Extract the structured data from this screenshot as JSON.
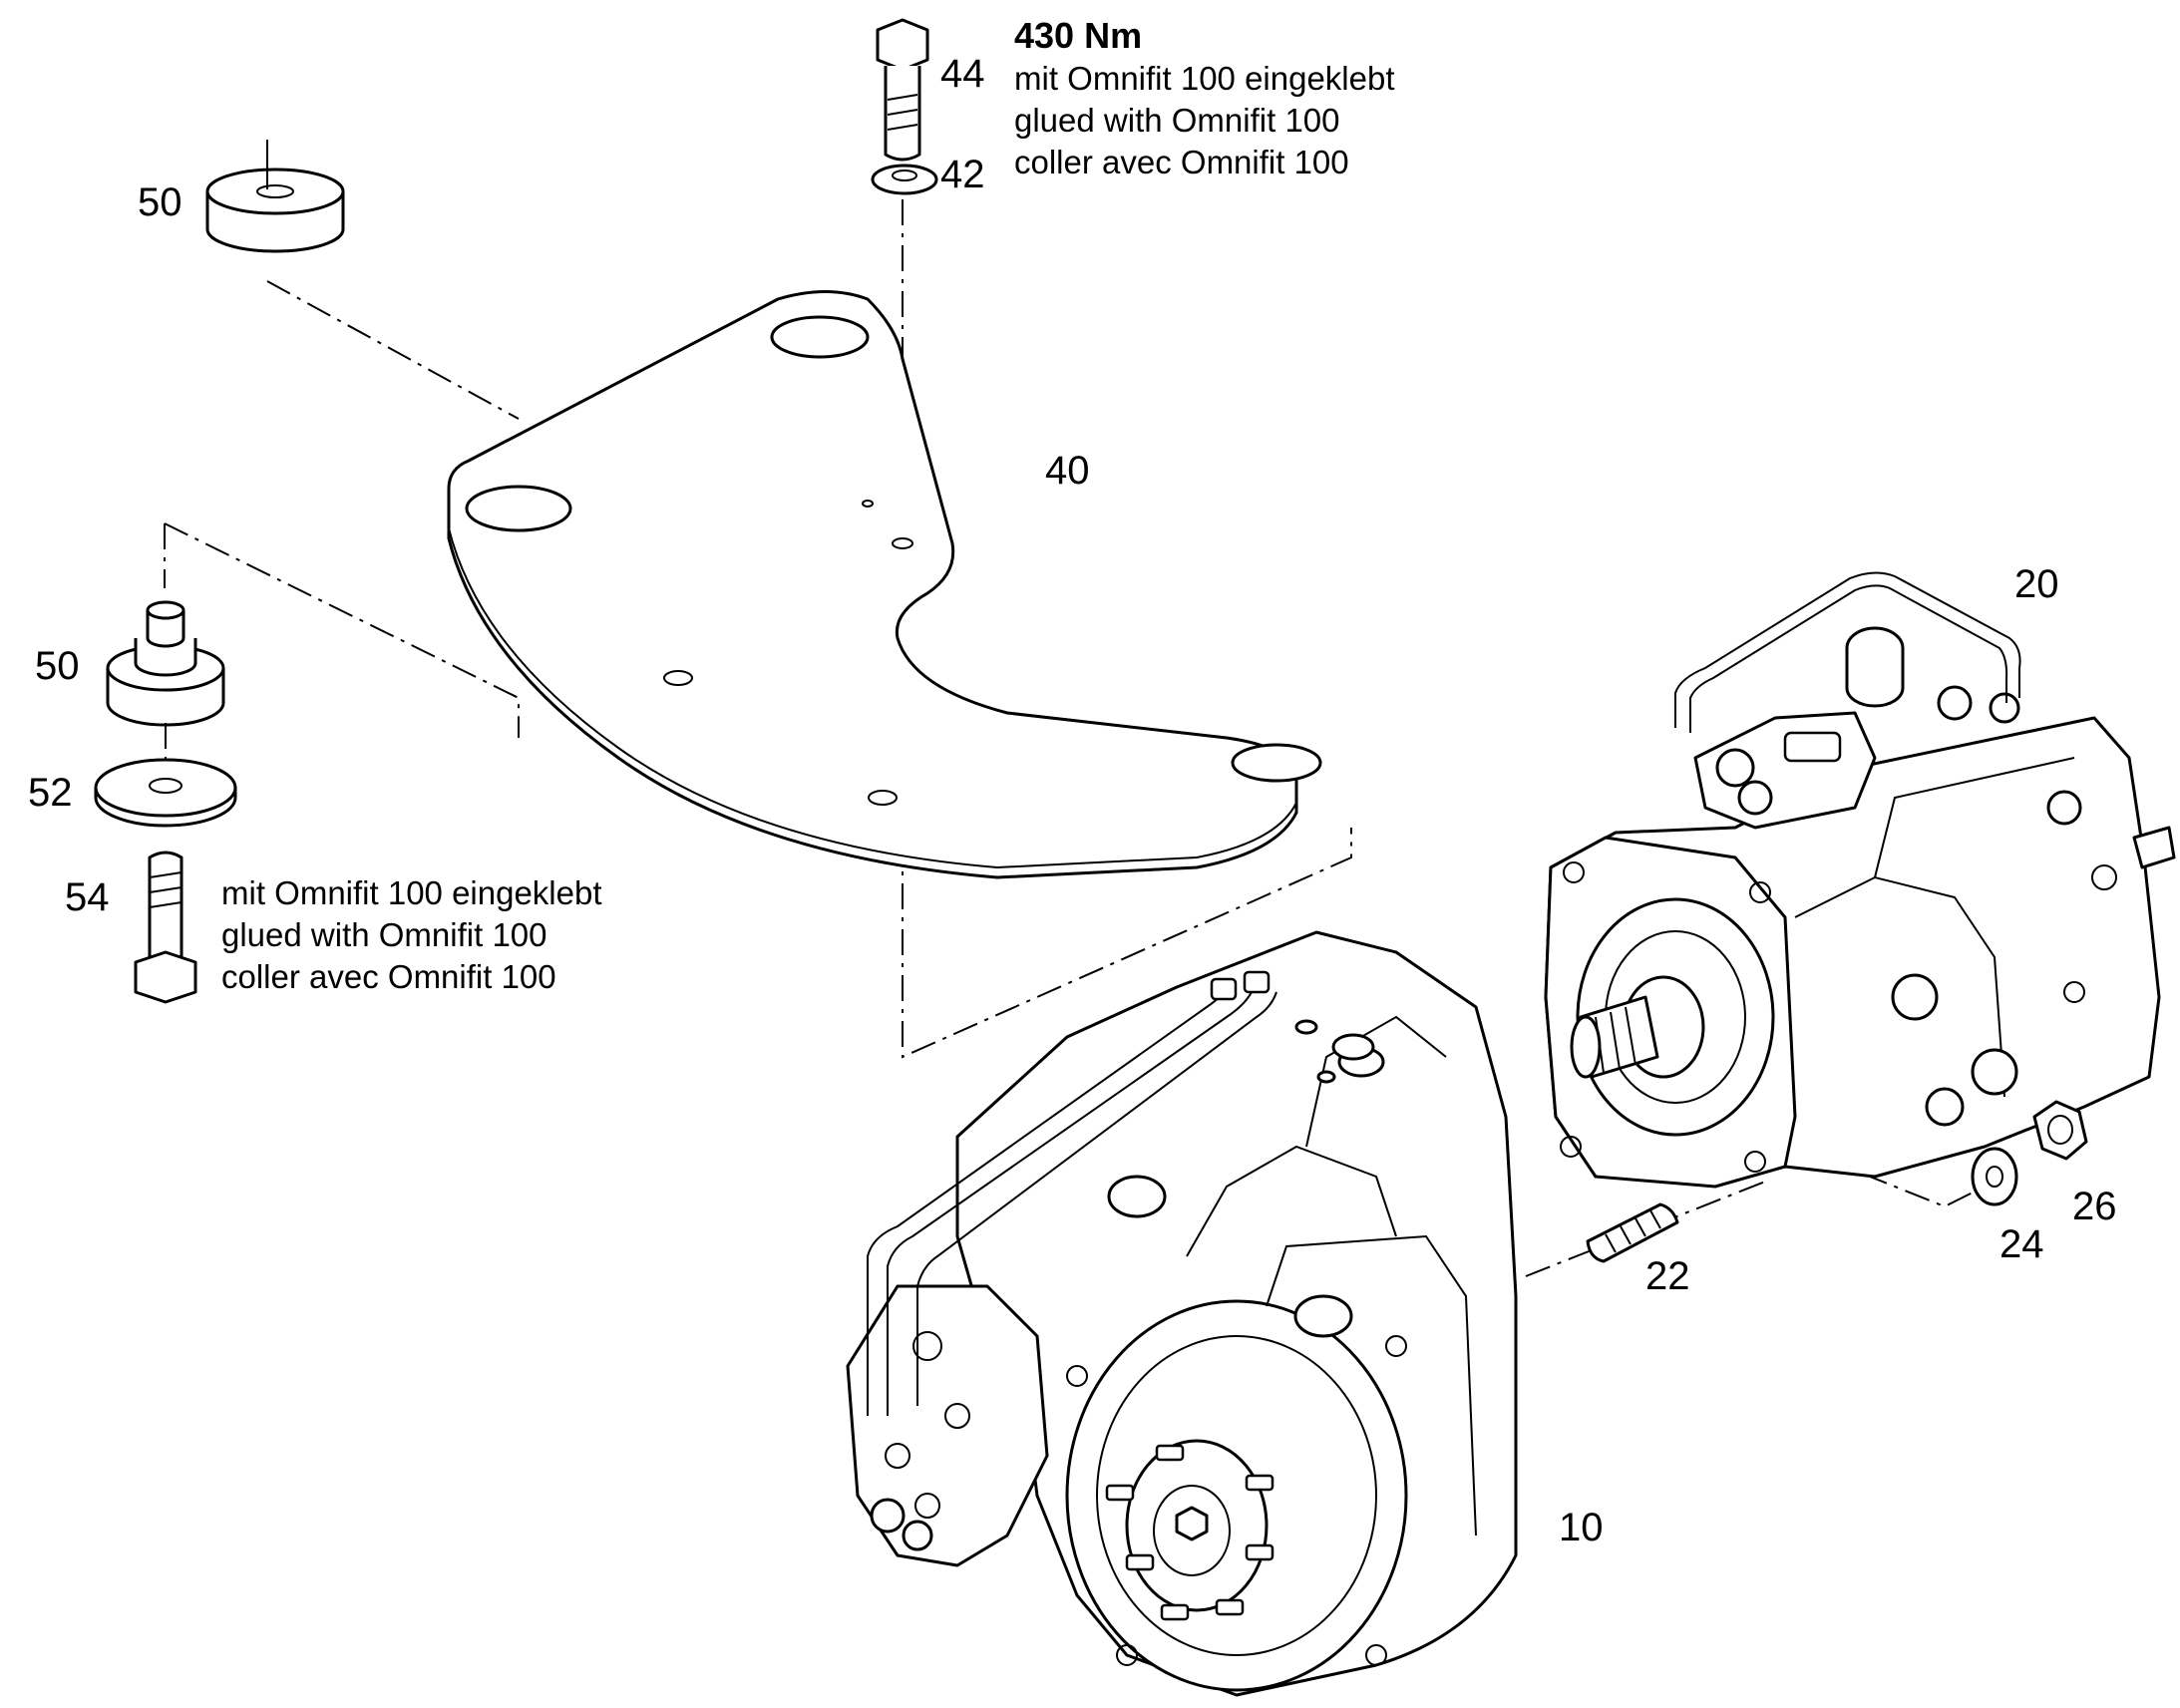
{
  "callouts": {
    "p10": "10",
    "p20": "20",
    "p22": "22",
    "p24": "24",
    "p26": "26",
    "p40": "40",
    "p42": "42",
    "p44": "44",
    "p50_top": "50",
    "p50_mid": "50",
    "p52": "52",
    "p54": "54"
  },
  "notes": {
    "top": {
      "torque": "430 Nm",
      "de": "mit Omnifit 100 eingeklebt",
      "en": "glued with Omnifit 100",
      "fr": "coller avec Omnifit 100"
    },
    "left": {
      "de": "mit Omnifit 100 eingeklebt",
      "en": "glued with Omnifit 100",
      "fr": "coller avec Omnifit 100"
    }
  }
}
